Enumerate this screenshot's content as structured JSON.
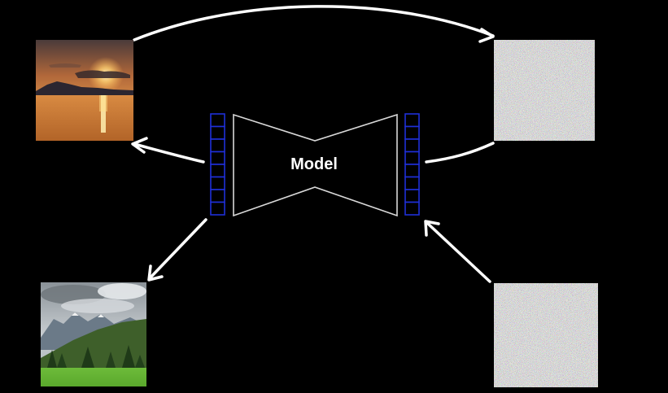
{
  "model": {
    "label": "Model"
  },
  "images": [
    {
      "name": "sunset-image",
      "kind": "photo",
      "subject": "sunset"
    },
    {
      "name": "noise-top-image",
      "kind": "noise"
    },
    {
      "name": "mountain-image",
      "kind": "photo",
      "subject": "mountains"
    },
    {
      "name": "noise-bottom-image",
      "kind": "noise"
    }
  ],
  "latent_cells_per_vector": 8,
  "colors": {
    "background": "#000000",
    "arrow": "#ffffff",
    "latent_cell_border": "#1f2fd8",
    "model_outline": "#d8d8d8"
  }
}
